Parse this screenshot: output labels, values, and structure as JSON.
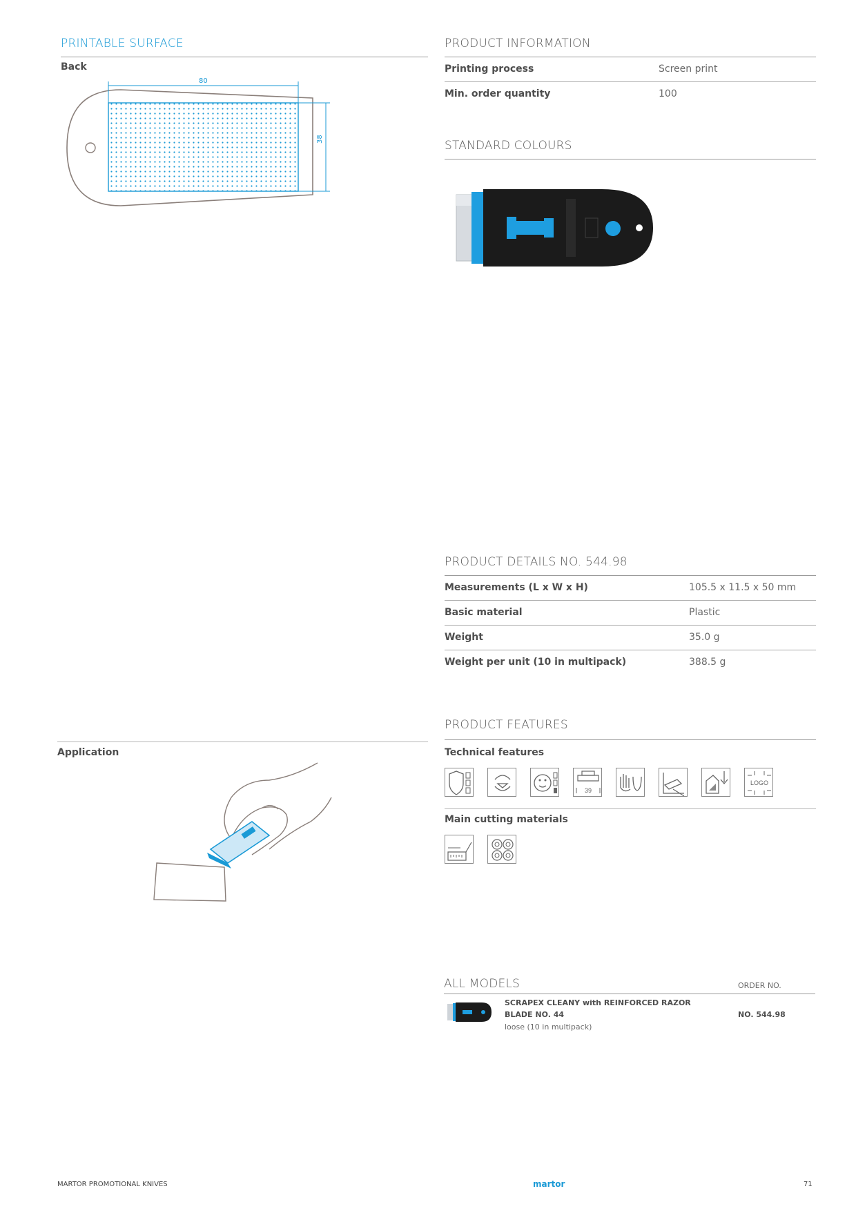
{
  "printable_surface": {
    "title": "PRINTABLE SURFACE",
    "side_label": "Back",
    "dim_width": "80",
    "dim_height": "38"
  },
  "product_information": {
    "title": "PRODUCT INFORMATION",
    "rows": [
      {
        "label": "Printing process",
        "value": "Screen print"
      },
      {
        "label": "Min. order quantity",
        "value": "100"
      }
    ]
  },
  "standard_colours": {
    "title": "STANDARD COLOURS"
  },
  "product_details": {
    "title": "PRODUCT DETAILS NO. 544.98",
    "rows": [
      {
        "label": "Measurements (L x W x H)",
        "value": "105.5 x 11.5 x 50 mm"
      },
      {
        "label": "Basic material",
        "value": "Plastic"
      },
      {
        "label": "Weight",
        "value": "35.0 g"
      },
      {
        "label": "Weight per unit (10 in multipack)",
        "value": "388.5 g"
      }
    ]
  },
  "application": {
    "label": "Application"
  },
  "product_features": {
    "title": "PRODUCT FEATURES",
    "technical_label": "Technical features",
    "technical_icons": [
      "safety-shield-icon",
      "rotating-blade-icon",
      "ergonomic-face-icon",
      "blade-depth-39-icon",
      "glove-friendly-icon",
      "blade-cutting-icon",
      "blade-change-icon",
      "logo-print-icon"
    ],
    "logo_text": "LOGO",
    "depth_text": "39",
    "materials_label": "Main cutting materials",
    "material_icons": [
      "tape-film-icon",
      "rolls-icon"
    ]
  },
  "all_models": {
    "title": "ALL MODELS",
    "order_header": "ORDER NO.",
    "items": [
      {
        "name_line1": "SCRAPEX CLEANY with REINFORCED RAZOR",
        "name_line2": "BLADE NO. 44",
        "packaging": "loose (10 in multipack)",
        "order_no": "NO. 544.98"
      }
    ]
  },
  "footer": {
    "left": "MARTOR PROMOTIONAL KNIVES",
    "brand": "martor",
    "page": "71"
  },
  "colors": {
    "accent_blue": "#1a9ad6",
    "product_black": "#1b1b1b",
    "product_blue": "#1e9ee0"
  }
}
